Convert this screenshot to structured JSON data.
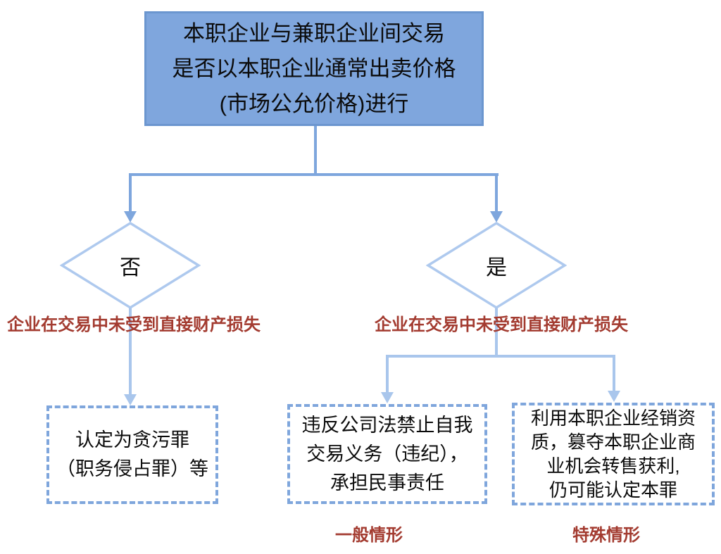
{
  "colors": {
    "root_box_fill": "#7FA6DD",
    "root_box_border": "#6B96CF",
    "connector_medium": "#7EA6DD",
    "connector_light": "#A9C6EC",
    "diamond_border": "#AEC9EE",
    "dashed_box_border": "#7FA6DC",
    "annotation_red": "#A33B30",
    "text_color": "#0B0B0B"
  },
  "root_box": {
    "lines": [
      "本职企业与兼职企业间交易",
      "是否以本职企业通常出卖价格",
      "(市场公允价格)进行"
    ]
  },
  "decisions": {
    "no": {
      "label": "否",
      "annotation": "企业在交易中未受到直接财产损失"
    },
    "yes": {
      "label": "是",
      "annotation": "企业在交易中未受到直接财产损失"
    }
  },
  "outcomes": {
    "left": {
      "lines": [
        "认定为贪污罪",
        "（职务侵占罪）等"
      ]
    },
    "middle": {
      "lines": [
        "违反公司法禁止自我",
        "交易义务（违纪），",
        "承担民事责任"
      ],
      "caption": "一般情形"
    },
    "right": {
      "lines": [
        "利用本职企业经销资",
        "质，篡夺本职企业商",
        "业机会转售获利,",
        "仍可能认定本罪"
      ],
      "caption": "特殊情形"
    }
  }
}
